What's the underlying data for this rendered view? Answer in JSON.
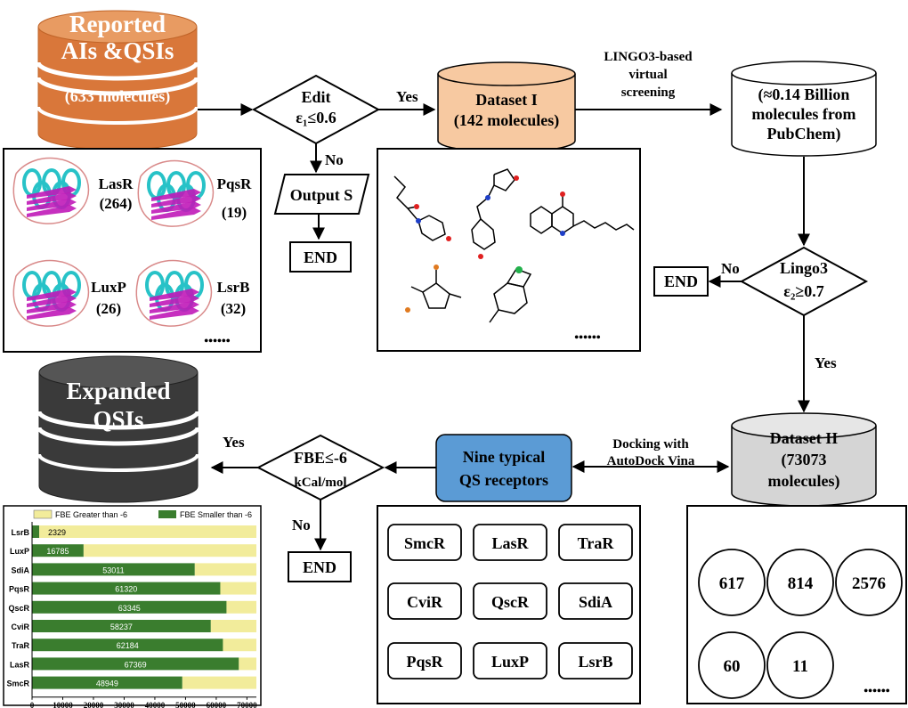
{
  "top_db": {
    "line1": "Reported",
    "line2": "AIs &QSIs",
    "line3": "(633 molecules)"
  },
  "edit": {
    "line1": "Edit",
    "line2": "ε₁≤0.6"
  },
  "yes_label": "Yes",
  "no_label": "No",
  "output": "Output S",
  "end": "END",
  "dataset1": {
    "line1": "Dataset I",
    "line2": "(142 molecules)"
  },
  "lingo_edge": {
    "line1": "LINGO3-based",
    "line2": "virtual",
    "line3": "screening"
  },
  "pubchem": {
    "line1": "(≈0.14 Billion",
    "line2": "molecules from",
    "line3": "PubChem)"
  },
  "lingo3": {
    "line1": "Lingo3",
    "line2": "ε₂≥0.7"
  },
  "receptors_panel": [
    {
      "name": "LasR",
      "count": "(264)"
    },
    {
      "name": "PqsR",
      "count": "(19)"
    },
    {
      "name": "LuxP",
      "count": "(26)"
    },
    {
      "name": "LsrB",
      "count": "(32)"
    }
  ],
  "ellipsis": "••••••",
  "dataset2": {
    "line1": "Dataset II",
    "line2": "(73073",
    "line3": "molecules)"
  },
  "docking": {
    "line1": "Docking with",
    "line2": "AutoDock Vina"
  },
  "nine": {
    "line1": "Nine typical",
    "line2": "QS receptors"
  },
  "fbe": {
    "line1": "FBE≤-6",
    "line2": "kCal/mol"
  },
  "expanded": {
    "line1": "Expanded",
    "line2": "QSIs"
  },
  "receptor_grid": [
    "SmcR",
    "LasR",
    "TraR",
    "CviR",
    "QscR",
    "SdiA",
    "PqsR",
    "LuxP",
    "LsrB"
  ],
  "circles": [
    "617",
    "814",
    "2576",
    "60",
    "11"
  ],
  "colors": {
    "orange": "#D9773A",
    "peach": "#F7C9A1",
    "blue": "#5B9BD5",
    "dark": "#3A3A3A",
    "gray": "#D5D5D5",
    "green": "#3A7D2E",
    "yellow": "#F2EC9B",
    "cyan": "#27C2C7",
    "magenta": "#C01AB8"
  },
  "chart_data": {
    "type": "bar",
    "orientation": "horizontal",
    "stacked": true,
    "categories": [
      "LsrB",
      "LuxP",
      "SdiA",
      "PqsR",
      "QscR",
      "CviR",
      "TraR",
      "LasR",
      "SmcR"
    ],
    "series": [
      {
        "name": "FBE Smaller than -6",
        "values": [
          2329,
          16785,
          53011,
          61320,
          63345,
          58237,
          62184,
          67369,
          48949
        ],
        "color": "#3A7D2E"
      },
      {
        "name": "FBE Greater than -6",
        "values": [
          70744,
          56288,
          20062,
          11753,
          9728,
          14836,
          10889,
          5704,
          24124
        ],
        "color": "#F2EC9B"
      }
    ],
    "xlim": [
      0,
      73073
    ],
    "xticks": [
      "0",
      "10000",
      "20000",
      "30000",
      "40000",
      "50000",
      "60000",
      "70000"
    ],
    "legend": "top"
  }
}
